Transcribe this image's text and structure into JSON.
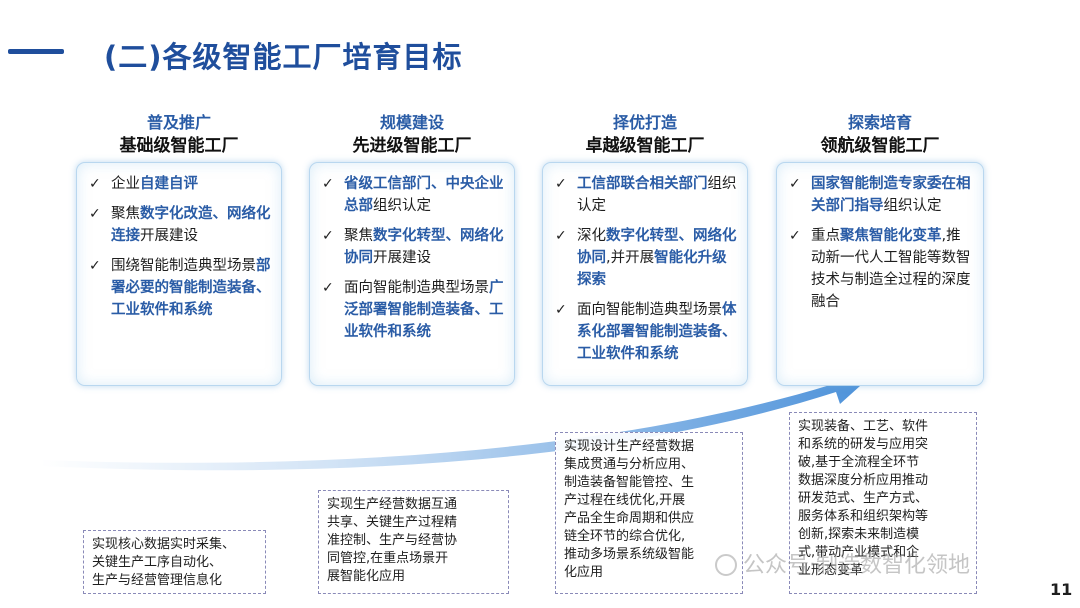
{
  "title": "(二)各级智能工厂培育目标",
  "page_number": "11",
  "watermark": "公众号·制造数智化领地",
  "levels": [
    {
      "stage": "普及推广",
      "level": "基础级智能工厂",
      "items": [
        [
          {
            "t": "企业"
          },
          {
            "t": "自建自评",
            "h": true
          }
        ],
        [
          {
            "t": "聚焦"
          },
          {
            "t": "数字化改造、网络化连接",
            "h": true
          },
          {
            "t": "开展建设"
          }
        ],
        [
          {
            "t": "围绕智能制造典型场景"
          },
          {
            "t": "部署必要的智能制造装备、工业软件和系统",
            "h": true
          }
        ]
      ],
      "goal": [
        "实现核心数据实时采集、",
        "关键生产工序自动化、",
        "生产与经营管理信息化"
      ]
    },
    {
      "stage": "规模建设",
      "level": "先进级智能工厂",
      "items": [
        [
          {
            "t": "省级工信部门、中央企业总部",
            "h": true
          },
          {
            "t": "组织认定"
          }
        ],
        [
          {
            "t": "聚焦"
          },
          {
            "t": "数字化转型、网络化协同",
            "h": true
          },
          {
            "t": "开展建设"
          }
        ],
        [
          {
            "t": "面向智能制造典型场景"
          },
          {
            "t": "广泛部署智能制造装备、工业软件和系统",
            "h": true
          }
        ]
      ],
      "goal": [
        "实现生产经营数据互通",
        "共享、关键生产过程精",
        "准控制、生产与经营协",
        "同管控,在重点场景开",
        "展智能化应用"
      ]
    },
    {
      "stage": "择优打造",
      "level": "卓越级智能工厂",
      "items": [
        [
          {
            "t": "工信部联合相关部门",
            "h": true
          },
          {
            "t": "组织认定"
          }
        ],
        [
          {
            "t": "深化"
          },
          {
            "t": "数字化转型、网络化协同",
            "h": true
          },
          {
            "t": ",并开展"
          },
          {
            "t": "智能化升级探索",
            "h": true
          }
        ],
        [
          {
            "t": "面向智能制造典型场景"
          },
          {
            "t": "体系化部署智能制造装备、工业软件和系统",
            "h": true
          }
        ]
      ],
      "goal": [
        "实现设计生产经营数据",
        "集成贯通与分析应用、",
        "制造装备智能管控、生",
        "产过程在线优化,开展",
        "产品全生命周期和供应",
        "链全环节的综合优化,",
        "推动多场景系统级智能",
        "化应用"
      ]
    },
    {
      "stage": "探索培育",
      "level": "领航级智能工厂",
      "items": [
        [
          {
            "t": "国家智能制造专家委在相关部门指导",
            "h": true
          },
          {
            "t": "组织认定"
          }
        ],
        [
          {
            "t": "重点"
          },
          {
            "t": "聚焦智能化变革",
            "h": true
          },
          {
            "t": ",推动新一代人工智能等数智技术与制造全过程的深度融合"
          }
        ]
      ],
      "goal": [
        "实现装备、工艺、软件",
        "和系统的研发与应用突",
        "破,基于全流程全环节",
        "数据深度分析应用推动",
        "研发范式、生产方式、",
        "服务体系和组织架构等",
        "创新,探索未来制造模",
        "式,带动产业模式和企",
        "业形态变革"
      ]
    }
  ],
  "colors": {
    "title": "#1f4e9c",
    "highlight": "#2a5ca6",
    "arrow": "#4a90d9"
  }
}
